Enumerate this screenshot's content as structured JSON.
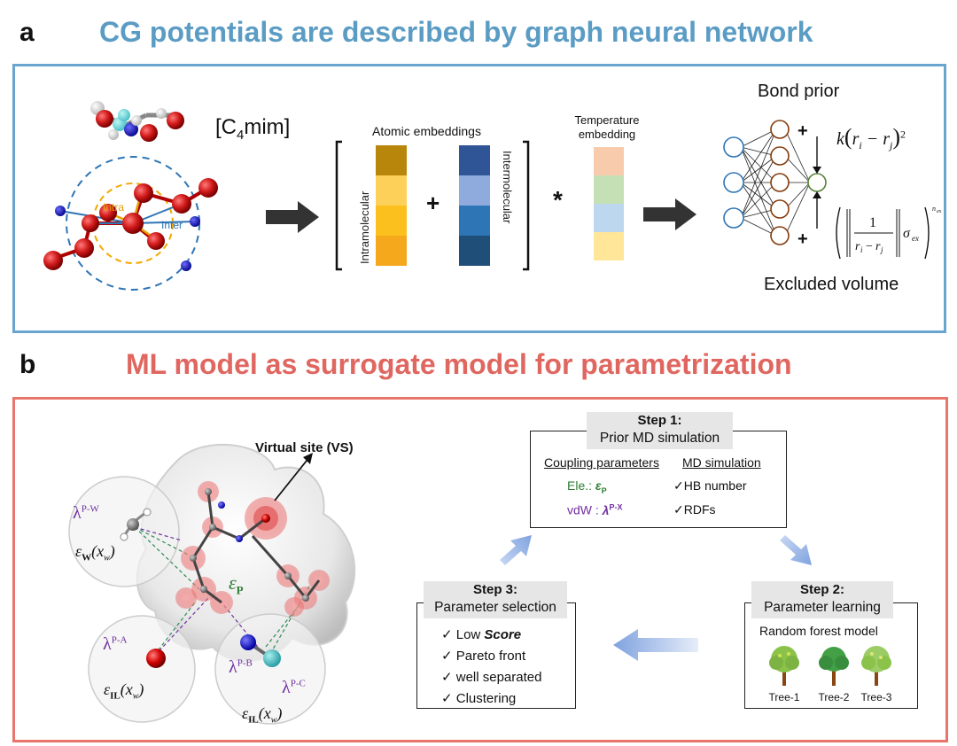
{
  "panel_a": {
    "letter": "a",
    "title": "CG potentials are described by graph neural network",
    "molecule_label_pre": "[C",
    "molecule_label_sub": "4",
    "molecule_label_post": "mim]",
    "intra_label": "Intra",
    "inter_label": "Inter",
    "atomic_embeddings_label": "Atomic embeddings",
    "intramolecular_label": "Intramolecular",
    "intermolecular_label": "Intermolecular",
    "plus_symbol": "+",
    "times_symbol": "*",
    "temperature_label_line1": "Temperature",
    "temperature_label_line2": "embedding",
    "bond_prior_label": "Bond prior",
    "excluded_volume_label": "Excluded volume",
    "bond_formula": "k(ri − rj)²",
    "excluded_formula": "(‖1/(ri − rj)‖ σex)^nex",
    "nn_plus_top": "+",
    "nn_plus_bottom": "+",
    "colors": {
      "intra": [
        "#b8860b",
        "#fdd05a",
        "#fbbf1e",
        "#f5a81c"
      ],
      "inter": [
        "#2f5597",
        "#8faadc",
        "#2e75b6",
        "#1f4e79"
      ],
      "temp": [
        "#f8cbad",
        "#c5e0b4",
        "#bdd7ee",
        "#ffe699"
      ]
    }
  },
  "panel_b": {
    "letter": "b",
    "title": "ML model as surrogate model for parametrization",
    "virtual_site_label": "Virtual site (VS)",
    "lambda_pw": "λP-W",
    "eps_w": "εW(xw)",
    "eps_p": "εP",
    "lambda_pa": "λP-A",
    "eps_il_a": "εIL(xw)",
    "lambda_pb": "λP-B",
    "lambda_pc": "λP-C",
    "eps_il_bc": "εIL(xw)",
    "step1": {
      "title": "Step 1:",
      "subtitle": "Prior MD simulation",
      "col1_header": "Coupling parameters",
      "col2_header": "MD simulation",
      "row1_left_pre": "Ele.: ",
      "row1_left_sym": "εP",
      "row1_right": "✓HB number",
      "row2_left_pre": "vdW : ",
      "row2_left_sym": "λP-X",
      "row2_right": "✓RDFs"
    },
    "step2": {
      "title": "Step 2:",
      "subtitle": "Parameter learning",
      "model_label": "Random forest model",
      "trees": [
        "Tree-1",
        "Tree-2",
        "Tree-3"
      ]
    },
    "step3": {
      "title": "Step 3:",
      "subtitle": "Parameter selection",
      "items": [
        "✓ Low ",
        "✓ Pareto front",
        "✓ well separated",
        "✓ Clustering"
      ],
      "item0_emph": "Score"
    }
  }
}
